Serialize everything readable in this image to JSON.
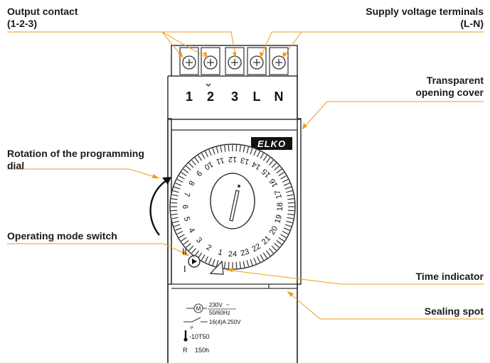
{
  "labels": {
    "output_contact_line1": "Output contact",
    "output_contact_line2": "(1-2-3)",
    "supply_line1": "Supply voltage terminals",
    "supply_line2": "(L-N)",
    "cover_line1": "Transparent",
    "cover_line2": "opening cover",
    "rotation_line1": "Rotation of the programming",
    "rotation_line2": "dial",
    "mode_switch": "Operating mode switch",
    "time_indicator": "Time indicator",
    "sealing_spot": "Sealing spot"
  },
  "device": {
    "terminals": [
      "1",
      "2",
      "3",
      "L",
      "N"
    ],
    "brand": "ELKO",
    "dial_numbers": [
      "1",
      "2",
      "3",
      "4",
      "5",
      "6",
      "7",
      "8",
      "9",
      "10",
      "11",
      "12",
      "13",
      "14",
      "15",
      "16",
      "17",
      "18",
      "19",
      "20",
      "21",
      "22",
      "23",
      "24"
    ],
    "spec_voltage": "230V",
    "spec_freq": "50/60Hz",
    "spec_contact": "16(4)A 250V",
    "spec_temp": "-10T50",
    "spec_reserve_letter": "R",
    "spec_reserve": "150h",
    "switch_mark_top": "II",
    "switch_mark_bottom": "I",
    "motor_symbol": "M",
    "contact_symbol": "µ"
  },
  "colors": {
    "leader": "#f29a1f",
    "text": "#1a1a1a",
    "device_line": "#333333"
  }
}
